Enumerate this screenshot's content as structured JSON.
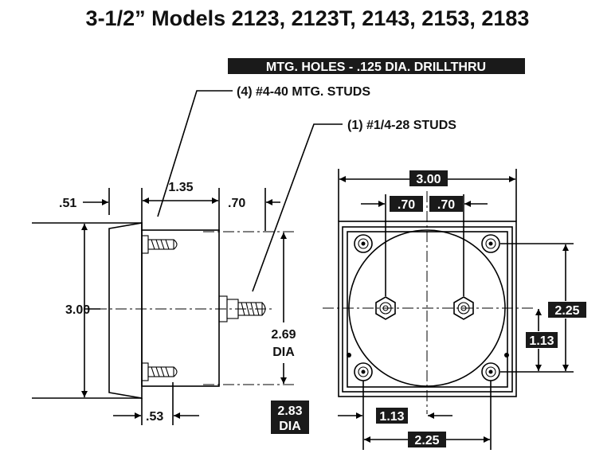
{
  "title": "3-1/2” Models 2123, 2123T, 2143, 2153, 2183",
  "callouts": {
    "mtg_holes": "MTG. HOLES - .125 DIA. DRILLTHRU",
    "mtg_studs": "(4) #4-40 MTG. STUDS",
    "studs": "(1) #1/4-28 STUDS"
  },
  "side_view": {
    "dim_051": ".51",
    "dim_135": "1.35",
    "dim_070": ".70",
    "dim_300": "3.00",
    "dim_269": "2.69",
    "dim_269_dia": "DIA",
    "dim_053": ".53",
    "dim_283": "2.83",
    "dim_283_dia": "DIA"
  },
  "front_view": {
    "dim_300": "3.00",
    "dim_070_left": ".70",
    "dim_070_right": ".70",
    "dim_225_right": "2.25",
    "dim_113_right": "1.13",
    "dim_113_bottom": "1.13",
    "dim_225_bottom": "2.25"
  },
  "colors": {
    "ink": "#000000",
    "paper": "#ffffff"
  }
}
